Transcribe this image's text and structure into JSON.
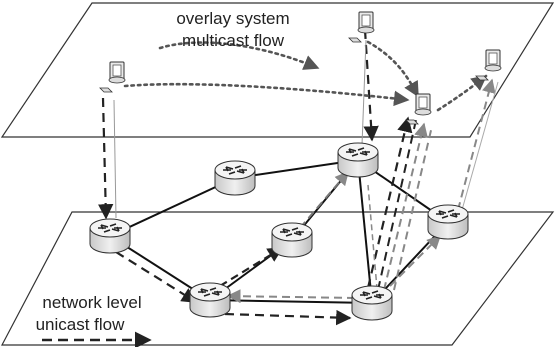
{
  "labels": {
    "overlay_line1": "overlay system",
    "overlay_line2": "multicast flow",
    "network_line1": "network level",
    "network_line2": "unicast flow"
  },
  "colors": {
    "plane_stroke": "#333333",
    "link": "#111111",
    "unicast_dark": "#222222",
    "unicast_gray": "#888888",
    "overlay_dotted": "#555555",
    "router_body": "#e2e2e2",
    "router_top": "#f4f4f4"
  },
  "overlay_hosts": [
    "host-a",
    "host-b",
    "host-c",
    "host-d"
  ],
  "routers": [
    "router-1",
    "router-2",
    "router-3",
    "router-4",
    "router-5",
    "router-6",
    "router-7"
  ]
}
